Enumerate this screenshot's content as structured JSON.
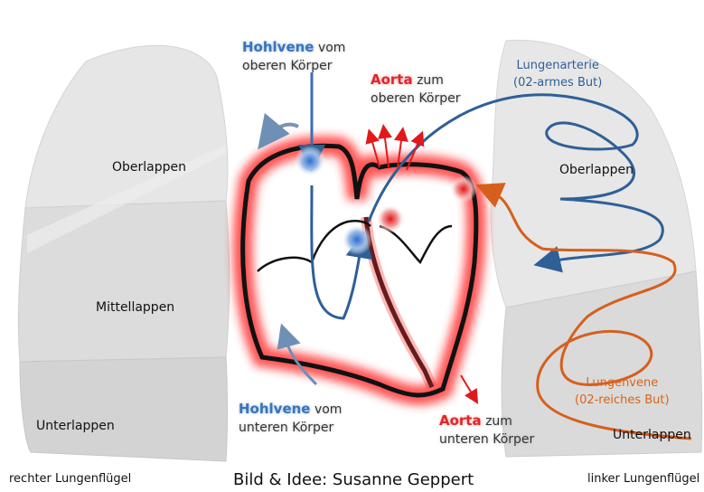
{
  "colors": {
    "blue": "#2f5f97",
    "orange": "#d65f1e",
    "red": "#e0191b",
    "lung_fill": "#e7e7e7"
  },
  "labels": {
    "hohlvene_oben_bold": "Hohlvene",
    "hohlvene_oben_rest_1": "vom",
    "hohlvene_oben_rest_2": "oberen Körper",
    "aorta_oben_bold": "Aorta",
    "aorta_oben_rest_1": "zum",
    "aorta_oben_rest_2": "oberen Körper",
    "lungenarterie_1": "Lungenarterie",
    "lungenarterie_2": "(02-armes But)",
    "oberlappen_rechts": "Oberlappen",
    "mittellappen": "Mittellappen",
    "unterlappen_rechts": "Unterlappen",
    "oberlappen_links": "Oberlappen",
    "unterlappen_links": "Unterlappen",
    "lungenvene_1": "Lungenvene",
    "lungenvene_2": "(02-reiches But)",
    "hohlvene_unten_bold": "Hohlvene",
    "hohlvene_unten_rest_1": "vom",
    "hohlvene_unten_rest_2": "unteren Körper",
    "aorta_unten_bold": "Aorta",
    "aorta_unten_rest_1": "zum",
    "aorta_unten_rest_2": "unteren Körper",
    "rechter_lungenfluegel": "rechter Lungenflügel",
    "linker_lungenfluegel": "linker Lungenflügel",
    "credit": "Bild & Idee: Susanne Geppert"
  }
}
